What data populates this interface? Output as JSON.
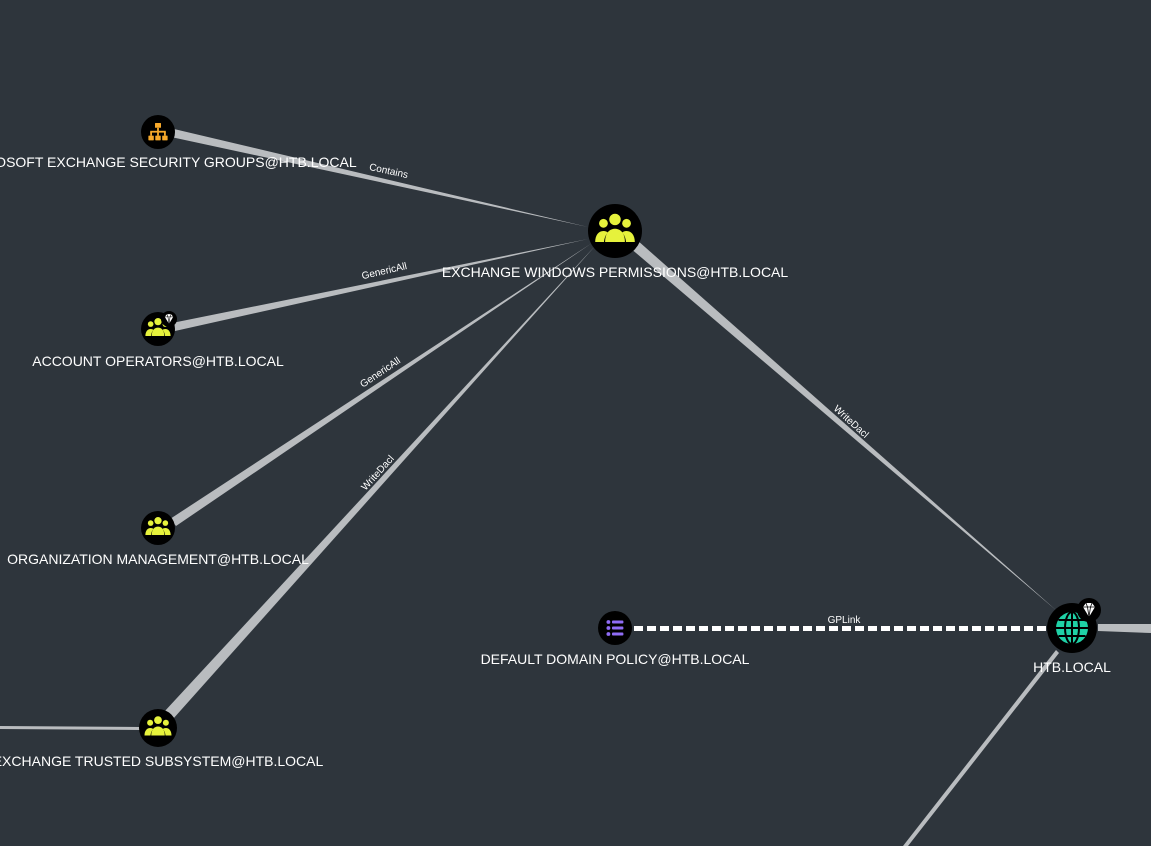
{
  "colors": {
    "background": "#2e353c",
    "edge": "#b9bcbf",
    "gplink_edge": "#ffffff",
    "group_icon": "#e6f23c",
    "ou_icon": "#f7a92a",
    "domain_icon": "#1fd1a6",
    "gpo_icon": "#8f6cf5",
    "node_bg": "#000000"
  },
  "nodes": {
    "security_groups": {
      "label": "MICROSOFT EXCHANGE SECURITY GROUPS@HTB.LOCAL",
      "icon": "ou-icon"
    },
    "exchange_windows_permissions": {
      "label": "EXCHANGE WINDOWS PERMISSIONS@HTB.LOCAL",
      "icon": "group-icon"
    },
    "account_operators": {
      "label": "ACCOUNT OPERATORS@HTB.LOCAL",
      "icon": "group-icon",
      "highvalue": true
    },
    "organization_management": {
      "label": "ORGANIZATION MANAGEMENT@HTB.LOCAL",
      "icon": "group-icon"
    },
    "exchange_trusted_subsystem": {
      "label": "EXCHANGE TRUSTED SUBSYSTEM@HTB.LOCAL",
      "icon": "group-icon"
    },
    "default_domain_policy": {
      "label": "DEFAULT DOMAIN POLICY@HTB.LOCAL",
      "icon": "gpo-icon"
    },
    "htb_local": {
      "label": "HTB.LOCAL",
      "icon": "domain-icon",
      "highvalue": true
    }
  },
  "edges": {
    "contains": "Contains",
    "genericall_1": "GenericAll",
    "genericall_2": "GenericAll",
    "writedacl_1": "WriteDacl",
    "writedacl_2": "WriteDacl",
    "gplink": "GPLink"
  }
}
